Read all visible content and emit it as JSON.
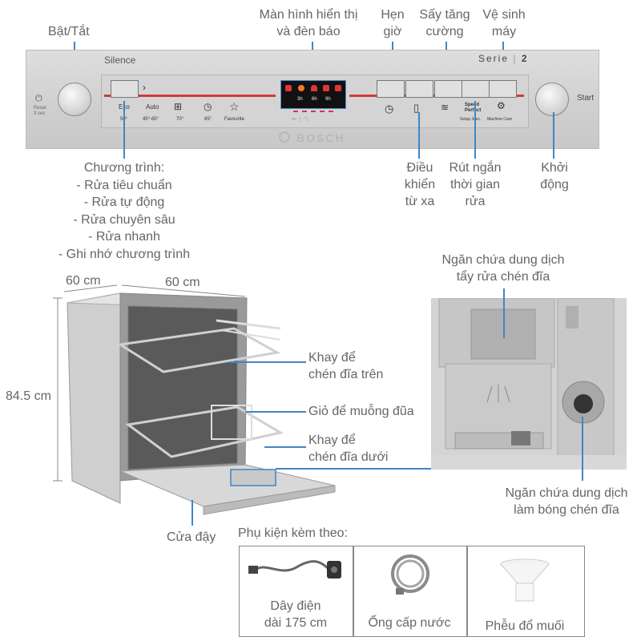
{
  "top_labels": {
    "power": "Bật/Tắt",
    "display": [
      "Màn hình hiển thị",
      "và đèn báo"
    ],
    "timer": [
      "Hẹn",
      "giờ"
    ],
    "extra_dry": [
      "Sấy tăng",
      "cường"
    ],
    "machine_care": [
      "Vệ sinh",
      "máy"
    ]
  },
  "panel": {
    "silence": "Silence",
    "serie": "Serie",
    "serie_num": "2",
    "start": "Start",
    "reset": "Reset\n3 sec",
    "programs": [
      {
        "name": "Eco",
        "temp": "50°"
      },
      {
        "name": "Auto",
        "temp": "45°-65°"
      },
      {
        "name": "",
        "temp": "70°"
      },
      {
        "name": "",
        "temp": "65°"
      },
      {
        "name": "",
        "temp": "Favourite"
      }
    ],
    "display_times": [
      "3h",
      "6h",
      "9h"
    ],
    "speed": [
      "Speed",
      "Perfect"
    ],
    "setup": "Setup 3sec.",
    "machine_care": "Machine Care",
    "brand": "BOSCH"
  },
  "bottom_labels": {
    "programs": [
      "Chương trình:",
      "- Rửa tiêu chuẩn",
      "- Rửa tự động",
      "- Rửa chuyên sâu",
      "- Rửa nhanh",
      "- Ghi nhớ chương trình"
    ],
    "remote": [
      "Điều",
      "khiển",
      "từ xa"
    ],
    "speed": [
      "Rút ngắn",
      "thời gian",
      "rửa"
    ],
    "start": [
      "Khởi",
      "động"
    ]
  },
  "dimensions": {
    "depth": "60 cm",
    "width": "60 cm",
    "height": "84.5 cm"
  },
  "dishwasher_labels": {
    "upper_rack": [
      "Khay để",
      "chén đĩa trên"
    ],
    "cutlery": "Giỏ để muỗng đũa",
    "lower_rack": [
      "Khay để",
      "chén đĩa dưới"
    ],
    "door": "Cửa đậy"
  },
  "dispenser_labels": {
    "detergent": [
      "Ngăn chứa dung dịch",
      "tẩy rửa chén đĩa"
    ],
    "rinse_aid": [
      "Ngăn chứa dung dịch",
      "làm bóng chén đĩa"
    ]
  },
  "accessories": {
    "title": "Phụ kiện kèm theo:",
    "items": [
      {
        "name": [
          "Dây điện",
          "dài 175 cm"
        ],
        "icon": "power-cord-icon"
      },
      {
        "name": [
          "Ống cấp nước"
        ],
        "icon": "water-hose-icon"
      },
      {
        "name": [
          "Phễu đổ muối"
        ],
        "icon": "salt-funnel-icon"
      }
    ]
  },
  "colors": {
    "callout": "#3f86c5",
    "led_red": "#d23a3a"
  }
}
